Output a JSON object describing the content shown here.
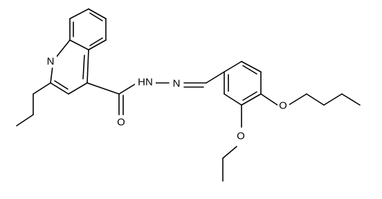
{
  "diagram": {
    "type": "chemical-structure",
    "line_color": "#000000",
    "background": "#ffffff",
    "atom_labels": {
      "quinoline_N": "N",
      "carbonyl_O": "O",
      "hydrazone_NH": "HN",
      "hydrazone_N": "N",
      "butoxy_O": "O",
      "ethoxy_O": "O"
    }
  }
}
